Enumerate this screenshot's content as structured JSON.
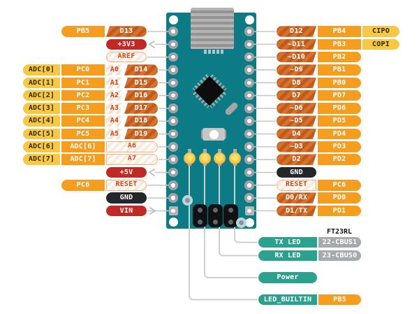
{
  "colors": {
    "board_teal": "#0D7B86",
    "pill_orange": "#F59D1F",
    "pill_yellow": "#F6C844",
    "hatch_dark": "#C4591C",
    "hatch_light": "#D3732D",
    "pill_red": "#BF2A26",
    "pill_black": "#23262B",
    "pill_teal": "#2CA18D",
    "pill_gray": "#A6AAAC",
    "wire_gray": "#C8C8C8"
  },
  "left_rows": [
    {
      "cells": [
        {
          "s": "port",
          "t": "PB5"
        },
        {
          "s": "digital",
          "t": "D13"
        }
      ]
    },
    {
      "cells": [
        {
          "s": "power",
          "t": "+3V3"
        }
      ],
      "arrow": "in"
    },
    {
      "cells": [
        {
          "s": "ref",
          "t": "AREF"
        }
      ]
    },
    {
      "cells": [
        {
          "s": "adc",
          "t": "ADC[0]"
        },
        {
          "s": "port",
          "t": "PC0"
        },
        {
          "s": "analog",
          "t": "A0"
        },
        {
          "s": "digital2",
          "t": "D14"
        }
      ]
    },
    {
      "cells": [
        {
          "s": "adc",
          "t": "ADC[1]"
        },
        {
          "s": "port",
          "t": "PC1"
        },
        {
          "s": "analog",
          "t": "A1"
        },
        {
          "s": "digital2",
          "t": "D15"
        }
      ]
    },
    {
      "cells": [
        {
          "s": "adc",
          "t": "ADC[2]"
        },
        {
          "s": "port",
          "t": "PC2"
        },
        {
          "s": "analog",
          "t": "A2"
        },
        {
          "s": "digital2",
          "t": "D16"
        }
      ]
    },
    {
      "cells": [
        {
          "s": "adc",
          "t": "ADC[3]"
        },
        {
          "s": "port",
          "t": "PC3"
        },
        {
          "s": "analog",
          "t": "A3"
        },
        {
          "s": "digital2",
          "t": "D17"
        }
      ]
    },
    {
      "cells": [
        {
          "s": "adc",
          "t": "ADC[4]"
        },
        {
          "s": "port",
          "t": "PC4"
        },
        {
          "s": "analog",
          "t": "A4"
        },
        {
          "s": "digital2",
          "t": "D18"
        }
      ]
    },
    {
      "cells": [
        {
          "s": "adc",
          "t": "ADC[5]"
        },
        {
          "s": "port",
          "t": "PC5"
        },
        {
          "s": "analog",
          "t": "A5"
        },
        {
          "s": "digital2",
          "t": "D19"
        }
      ]
    },
    {
      "cells": [
        {
          "s": "adc",
          "t": "ADC[6]"
        },
        {
          "s": "port",
          "t": "ADC[6]"
        },
        {
          "s": "analogwide",
          "t": "A6"
        }
      ]
    },
    {
      "cells": [
        {
          "s": "adc",
          "t": "ADC[7]"
        },
        {
          "s": "port",
          "t": "ADC[7]"
        },
        {
          "s": "analogwide",
          "t": "A7"
        }
      ]
    },
    {
      "cells": [
        {
          "s": "power",
          "t": "+5V"
        }
      ],
      "arrow": "in"
    },
    {
      "cells": [
        {
          "s": "port",
          "t": "PC6"
        },
        {
          "s": "ref",
          "t": "RESET"
        }
      ]
    },
    {
      "cells": [
        {
          "s": "gnd",
          "t": "GND"
        }
      ]
    },
    {
      "cells": [
        {
          "s": "power",
          "t": "VIN"
        }
      ],
      "arrow": "out"
    }
  ],
  "right_rows": [
    {
      "cells": [
        {
          "s": "digital",
          "t": "D12"
        },
        {
          "s": "port",
          "t": "PB4"
        },
        {
          "s": "spi",
          "t": "CIPO"
        }
      ]
    },
    {
      "cells": [
        {
          "s": "digital",
          "t": "~D11"
        },
        {
          "s": "port",
          "t": "PB3"
        },
        {
          "s": "spi",
          "t": "COPI"
        }
      ]
    },
    {
      "cells": [
        {
          "s": "digital",
          "t": "~D10"
        },
        {
          "s": "port",
          "t": "PB2"
        }
      ]
    },
    {
      "cells": [
        {
          "s": "digital",
          "t": "~D9"
        },
        {
          "s": "port",
          "t": "PB1"
        }
      ]
    },
    {
      "cells": [
        {
          "s": "digital",
          "t": "D8"
        },
        {
          "s": "port",
          "t": "PB0"
        }
      ]
    },
    {
      "cells": [
        {
          "s": "digital",
          "t": "D7"
        },
        {
          "s": "port",
          "t": "PD7"
        }
      ]
    },
    {
      "cells": [
        {
          "s": "digital",
          "t": "~D6"
        },
        {
          "s": "port",
          "t": "PD6"
        }
      ]
    },
    {
      "cells": [
        {
          "s": "digital",
          "t": "~D5"
        },
        {
          "s": "port",
          "t": "PD5"
        }
      ]
    },
    {
      "cells": [
        {
          "s": "digital",
          "t": "D4"
        },
        {
          "s": "port",
          "t": "PD4"
        }
      ]
    },
    {
      "cells": [
        {
          "s": "digital",
          "t": "~D3"
        },
        {
          "s": "port",
          "t": "PD3"
        }
      ]
    },
    {
      "cells": [
        {
          "s": "digital",
          "t": "D2"
        },
        {
          "s": "port",
          "t": "PD2"
        }
      ]
    },
    {
      "cells": [
        {
          "s": "gnd",
          "t": "GND"
        }
      ]
    },
    {
      "cells": [
        {
          "s": "ref",
          "t": "RESET"
        },
        {
          "s": "port",
          "t": "PC6"
        }
      ]
    },
    {
      "cells": [
        {
          "s": "digital",
          "t": "D0/RX"
        },
        {
          "s": "port",
          "t": "PD0"
        }
      ]
    },
    {
      "cells": [
        {
          "s": "digital",
          "t": "D1/TX"
        },
        {
          "s": "port",
          "t": "PD1"
        }
      ]
    }
  ],
  "bottom": {
    "chip_label": "FT23RL",
    "rows": [
      {
        "cells": [
          {
            "s": "led",
            "t": "TX LED"
          },
          {
            "s": "gray",
            "t": "22-CBUS1"
          }
        ]
      },
      {
        "cells": [
          {
            "s": "led",
            "t": "RX LED"
          },
          {
            "s": "gray",
            "t": "23-CBUS0"
          }
        ]
      },
      {
        "cells": [
          {
            "s": "led",
            "t": "Power"
          }
        ]
      },
      {
        "cells": [
          {
            "s": "led",
            "t": "LED_BUILTIN"
          },
          {
            "s": "port",
            "t": "PB5"
          }
        ]
      }
    ]
  }
}
